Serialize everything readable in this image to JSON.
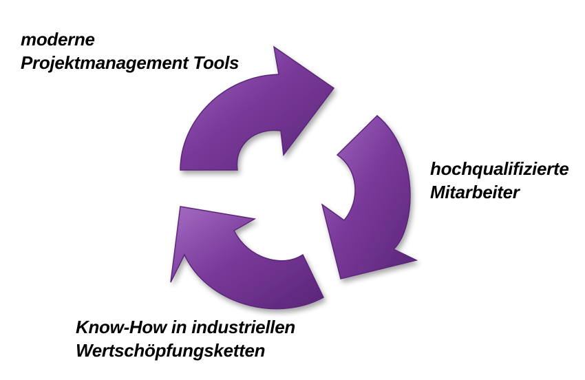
{
  "diagram": {
    "colors": {
      "arrow_fill": "#7a3a9a",
      "arrow_highlight": "#a46cc4",
      "arrow_shadow": "#4e1f6a",
      "text": "#000000"
    },
    "labels": {
      "tools": [
        "moderne",
        "Projektmanagement Tools"
      ],
      "staff": [
        "hochqualifizierte",
        "Mitarbeiter"
      ],
      "knowhow": [
        "Know-How in industriellen",
        "Wertschöpfungsketten"
      ]
    }
  }
}
